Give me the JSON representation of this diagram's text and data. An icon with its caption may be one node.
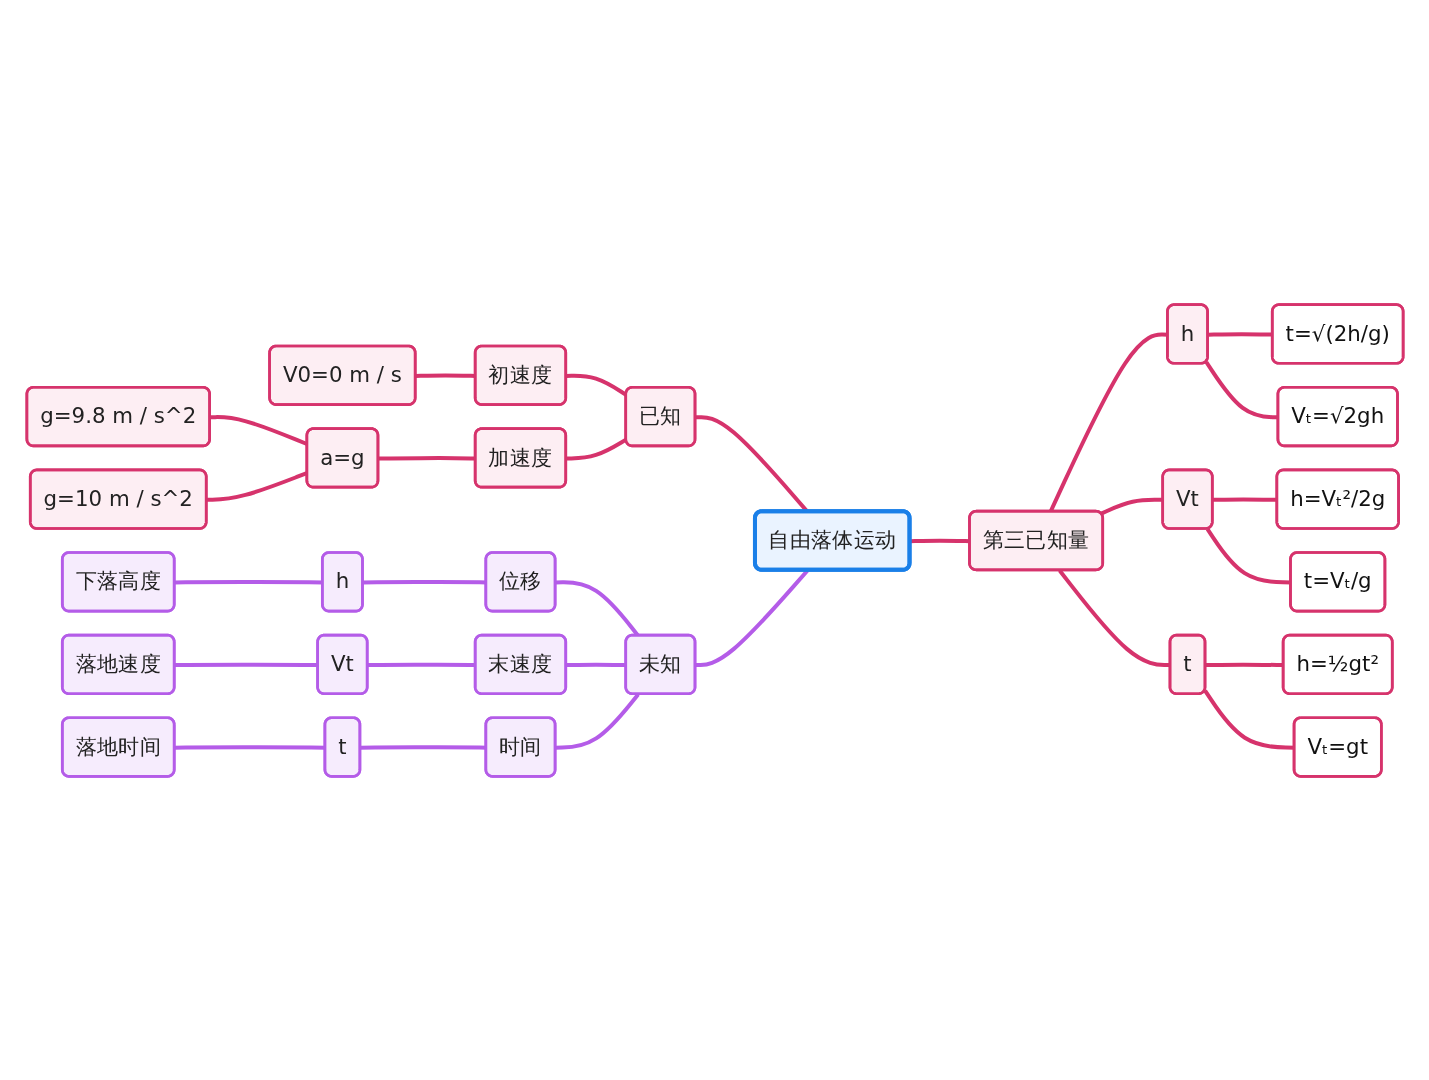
{
  "diagram": {
    "nodes": [
      {
        "text": [
          "自由落体运动"
        ]
      },
      {
        "text": [
          "已知"
        ]
      },
      {
        "text": [
          "初速度"
        ]
      },
      {
        "text": [
          "V0=0 m / s"
        ]
      },
      {
        "text": [
          "加速度"
        ]
      },
      {
        "text": [
          "a=g"
        ]
      },
      {
        "text": [
          "g=9.8 m / s^2"
        ]
      },
      {
        "text": [
          "g=10 m / s^2"
        ]
      },
      {
        "text": [
          "未知"
        ]
      },
      {
        "text": [
          "位移"
        ]
      },
      {
        "text": [
          "h"
        ]
      },
      {
        "text": [
          "下落高度"
        ]
      },
      {
        "text": [
          "末速度"
        ]
      },
      {
        "text": [
          "Vt"
        ]
      },
      {
        "text": [
          "落地速度"
        ]
      },
      {
        "text": [
          "时间"
        ]
      },
      {
        "text": [
          "t"
        ]
      },
      {
        "text": [
          "落地时间"
        ]
      },
      {
        "text": [
          "第三已知量"
        ]
      },
      {
        "text": [
          "h"
        ]
      },
      {
        "text": [
          "t=√(2h/g)"
        ]
      },
      {
        "text": [
          "Vₜ=√2gh"
        ]
      },
      {
        "text": [
          "Vt"
        ]
      },
      {
        "text": [
          "h=Vₜ²/2g"
        ]
      },
      {
        "text": [
          "t=Vₜ/g"
        ]
      },
      {
        "text": [
          "t"
        ]
      },
      {
        "text": [
          "h=½gt²"
        ]
      },
      {
        "text": [
          "Vₜ=gt"
        ]
      }
    ],
    "edges": [
      {
        "from": 3,
        "to": 2,
        "arrow": "none"
      },
      {
        "from": 2,
        "to": 1,
        "arrow": "none"
      },
      {
        "from": 6,
        "to": 5,
        "arrow": "none"
      },
      {
        "from": 7,
        "to": 5,
        "arrow": "none"
      },
      {
        "from": 5,
        "to": 4,
        "arrow": "none"
      },
      {
        "from": 4,
        "to": 1,
        "arrow": "none"
      },
      {
        "from": 1,
        "to": 0,
        "arrow": "none"
      },
      {
        "from": 11,
        "to": 10,
        "arrow": "none",
        "color": "#b45ce8"
      },
      {
        "from": 10,
        "to": 9,
        "arrow": "none",
        "color": "#b45ce8"
      },
      {
        "from": 9,
        "to": 8,
        "arrow": "none",
        "color": "#b45ce8"
      },
      {
        "from": 14,
        "to": 13,
        "arrow": "none",
        "color": "#b45ce8"
      },
      {
        "from": 13,
        "to": 12,
        "arrow": "none",
        "color": "#b45ce8"
      },
      {
        "from": 12,
        "to": 8,
        "arrow": "none",
        "color": "#b45ce8"
      },
      {
        "from": 17,
        "to": 16,
        "arrow": "none",
        "color": "#b45ce8"
      },
      {
        "from": 16,
        "to": 15,
        "arrow": "none",
        "color": "#b45ce8"
      },
      {
        "from": 15,
        "to": 8,
        "arrow": "none",
        "color": "#b45ce8"
      },
      {
        "from": 8,
        "to": 0,
        "arrow": "none",
        "color": "#b45ce8"
      },
      {
        "from": 0,
        "to": 18,
        "arrow": "none"
      },
      {
        "from": 18,
        "to": 19,
        "arrow": "none"
      },
      {
        "from": 19,
        "to": 20,
        "arrow": "none"
      },
      {
        "from": 19,
        "to": 21,
        "arrow": "none"
      },
      {
        "from": 18,
        "to": 22,
        "arrow": "none"
      },
      {
        "from": 22,
        "to": 23,
        "arrow": "none"
      },
      {
        "from": 22,
        "to": 24,
        "arrow": "none"
      },
      {
        "from": 18,
        "to": 25,
        "arrow": "none"
      },
      {
        "from": 25,
        "to": 26,
        "arrow": "none"
      },
      {
        "from": 25,
        "to": 27,
        "arrow": "none"
      }
    ]
  }
}
